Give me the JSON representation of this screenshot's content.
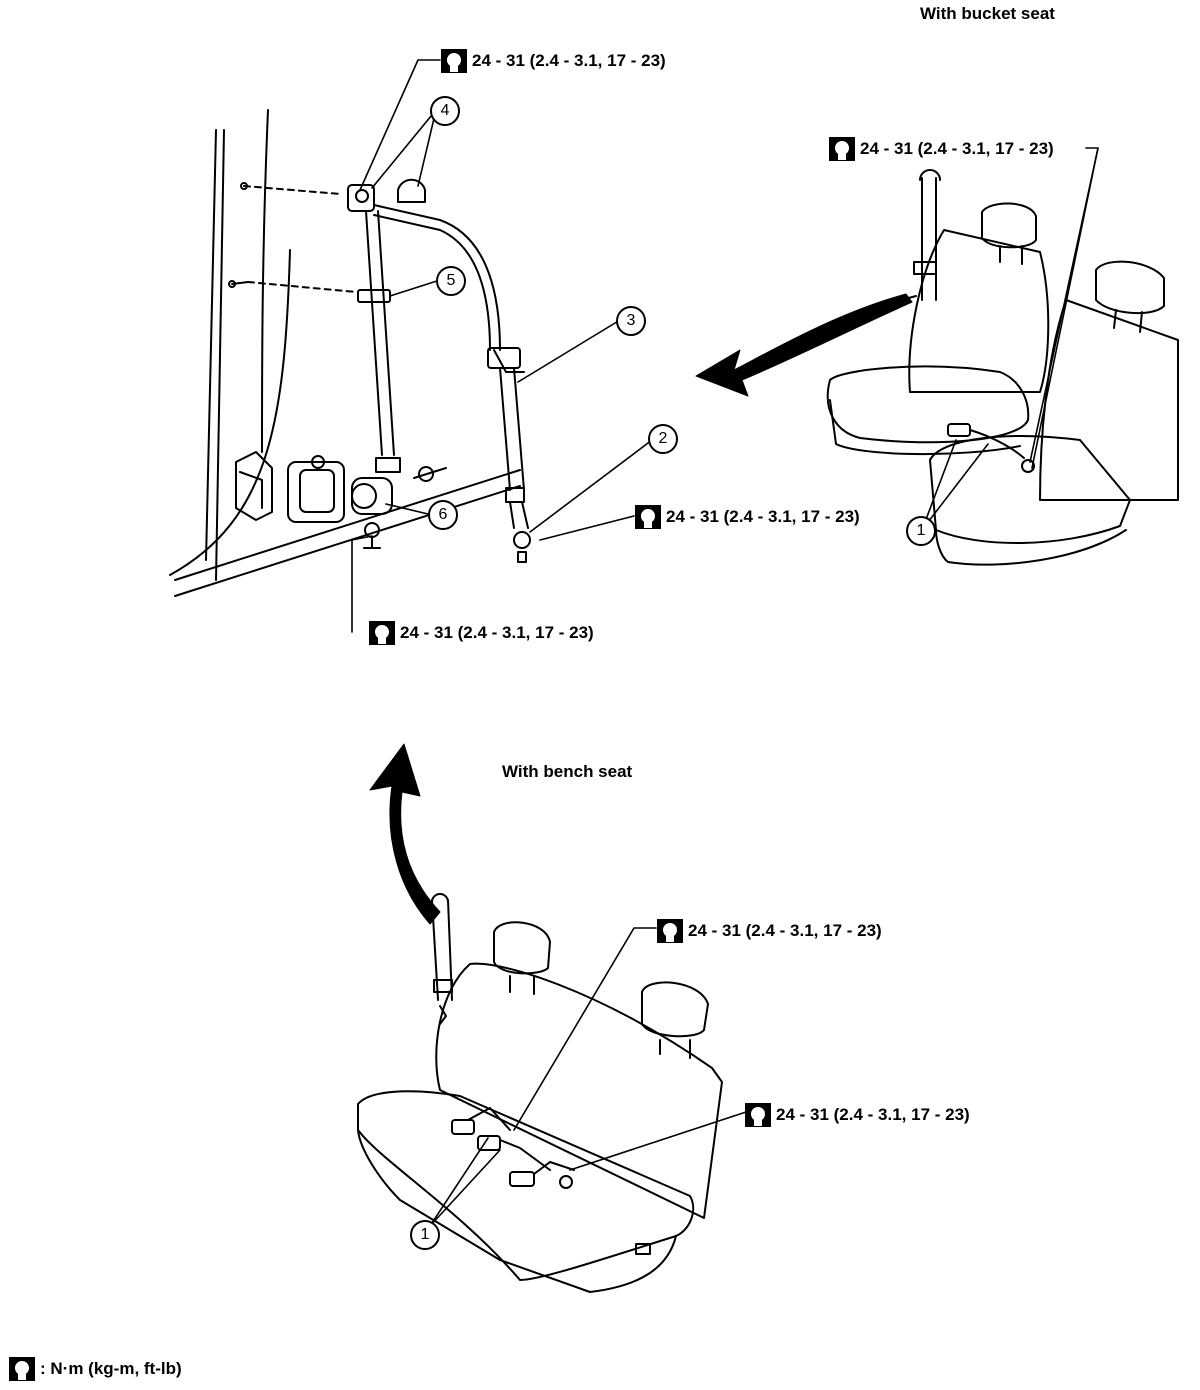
{
  "headings": {
    "bucket": "With bucket seat",
    "bench": "With bench seat"
  },
  "torque_spec": "24 - 31 (2.4 - 3.1, 17 - 23)",
  "legend": {
    "text": ": N·m (kg-m, ft-lb)",
    "icon": "torque-wrench-icon"
  },
  "parts": {
    "p1": "1",
    "p2": "2",
    "p3": "3",
    "p4": "4",
    "p5": "5",
    "p6": "6"
  },
  "colors": {
    "ink": "#000000",
    "paper": "#ffffff"
  }
}
